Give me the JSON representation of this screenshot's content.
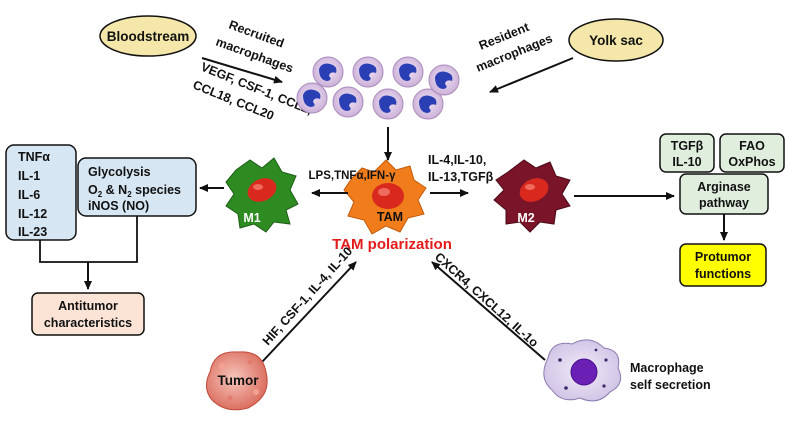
{
  "sources": {
    "bloodstream": "Bloodstream",
    "yolk_sac": "Yolk sac"
  },
  "arrows": {
    "recruited_line1": "Recruited",
    "recruited_line2": "macrophages",
    "recruit_factors_line1": "VEGF, CSF-1, CCL2,",
    "recruit_factors_line2": "CCL18, CCL20",
    "resident_line1": "Resident",
    "resident_line2": "macrophages",
    "m1_stimuli": "LPS,TNFα,IFN-γ",
    "m2_stimuli_line1": "IL-4,IL-10,",
    "m2_stimuli_line2": "IL-13,TGFβ",
    "tumor_factors": "HIF, CSF-1, IL-4, IL-10",
    "self_factors": "CXCR4, CXCL12, IL-1o"
  },
  "cells": {
    "m1": "M1",
    "tam": "TAM",
    "m2": "M2",
    "tumor": "Tumor",
    "self_secretion_line1": "Macrophage",
    "self_secretion_line2": "self secretion"
  },
  "center_label": "TAM polarization",
  "m1_cytokines": [
    "TNFα",
    "IL-1",
    "IL-6",
    "IL-12",
    "IL-23"
  ],
  "m1_metabolism": {
    "line1": "Glycolysis",
    "o2": "O",
    "o2_sub": "2",
    "amp": " & N",
    "n2_sub": "2",
    "species": " species",
    "line3": "iNOS (NO)"
  },
  "antitumor": {
    "line1": "Antitumor",
    "line2": "characteristics"
  },
  "m2_box_tgf": [
    "TGFβ",
    "IL-10"
  ],
  "m2_box_fao": [
    "FAO",
    "OxPhos"
  ],
  "arginase": [
    "Arginase",
    "pathway"
  ],
  "protumor": [
    "Protumor",
    "functions"
  ],
  "colors": {
    "source_fill": "#f4e7a9",
    "blue_box": "#d6e6f2",
    "antitumor_box": "#fbe3d6",
    "green_box": "#dfeedd",
    "yellow_box": "#ffff00",
    "center_label": "#e31b1b",
    "m1_cell": "#2e8b22",
    "tam_cell": "#f07c1c",
    "m2_cell": "#7a1428",
    "nucleus": "#d9291f"
  }
}
